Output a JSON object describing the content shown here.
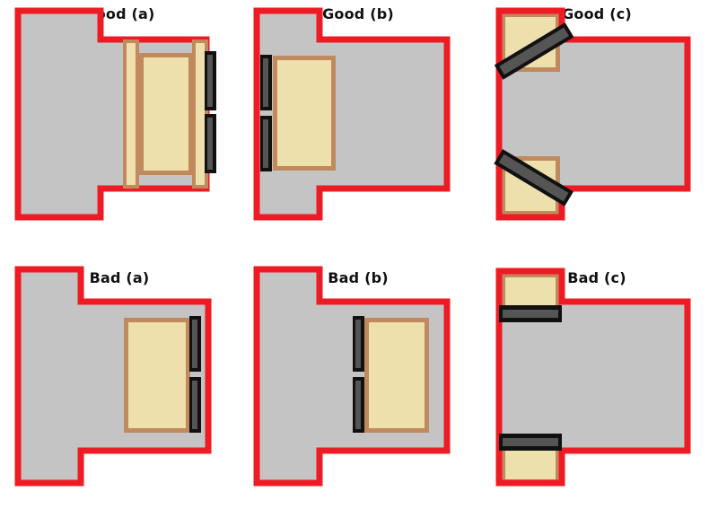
{
  "figure": {
    "kind": "architectural-detail-comparison",
    "rows": [
      "Good",
      "Bad"
    ],
    "columns": [
      "(a)",
      "(b)",
      "(c)"
    ]
  },
  "colors": {
    "wall_outline": "#ED1C24",
    "wall_fill": "#C4C4C4",
    "frame": "#C08A5E",
    "door_fill": "#EDE0AC",
    "hinge_outer": "#111111",
    "hinge_inner": "#555555",
    "title_text": "#111111",
    "background": "#FFFFFF"
  },
  "panels": [
    {
      "id": "good-a",
      "title": "Good (a)",
      "verdict": "Good",
      "variant": "(a)",
      "description": "Recessed door set between two framed jamb posts, hinges mounted outboard of the wall face",
      "hinge_count": 2,
      "hinge_orientation": "vertical",
      "hinge_side": "right",
      "has_jamb_posts": true
    },
    {
      "id": "good-b",
      "title": "Good (b)",
      "verdict": "Good",
      "variant": "(b)",
      "description": "Door aligned flush to the wall return with hinges tucked inside the outline at the left edge",
      "hinge_count": 2,
      "hinge_orientation": "vertical",
      "hinge_side": "left",
      "has_jamb_posts": false
    },
    {
      "id": "good-c",
      "title": "Good (c)",
      "verdict": "Good",
      "variant": "(c)",
      "description": "Angled doors closing across splayed corner pockets",
      "hinge_count": 2,
      "hinge_orientation": "angled",
      "hinge_side": "corner",
      "has_jamb_posts": false
    },
    {
      "id": "bad-a",
      "title": "Bad (a)",
      "verdict": "Bad",
      "variant": "(a)",
      "description": "Door framed without jamb posts, hinges crowded against the wall corner",
      "hinge_count": 2,
      "hinge_orientation": "vertical",
      "hinge_side": "right",
      "has_jamb_posts": false
    },
    {
      "id": "bad-b",
      "title": "Bad (b)",
      "verdict": "Bad",
      "variant": "(b)",
      "description": "Door pushed away from the wall return leaving hinges stranded mid span",
      "hinge_count": 2,
      "hinge_orientation": "vertical",
      "hinge_side": "left",
      "has_jamb_posts": false
    },
    {
      "id": "bad-c",
      "title": "Bad (c)",
      "verdict": "Bad",
      "variant": "(c)",
      "description": "Square corner pockets with horizontal hinge bars instead of angled leaves",
      "hinge_count": 2,
      "hinge_orientation": "horizontal",
      "hinge_side": "corner",
      "has_jamb_posts": false
    }
  ]
}
